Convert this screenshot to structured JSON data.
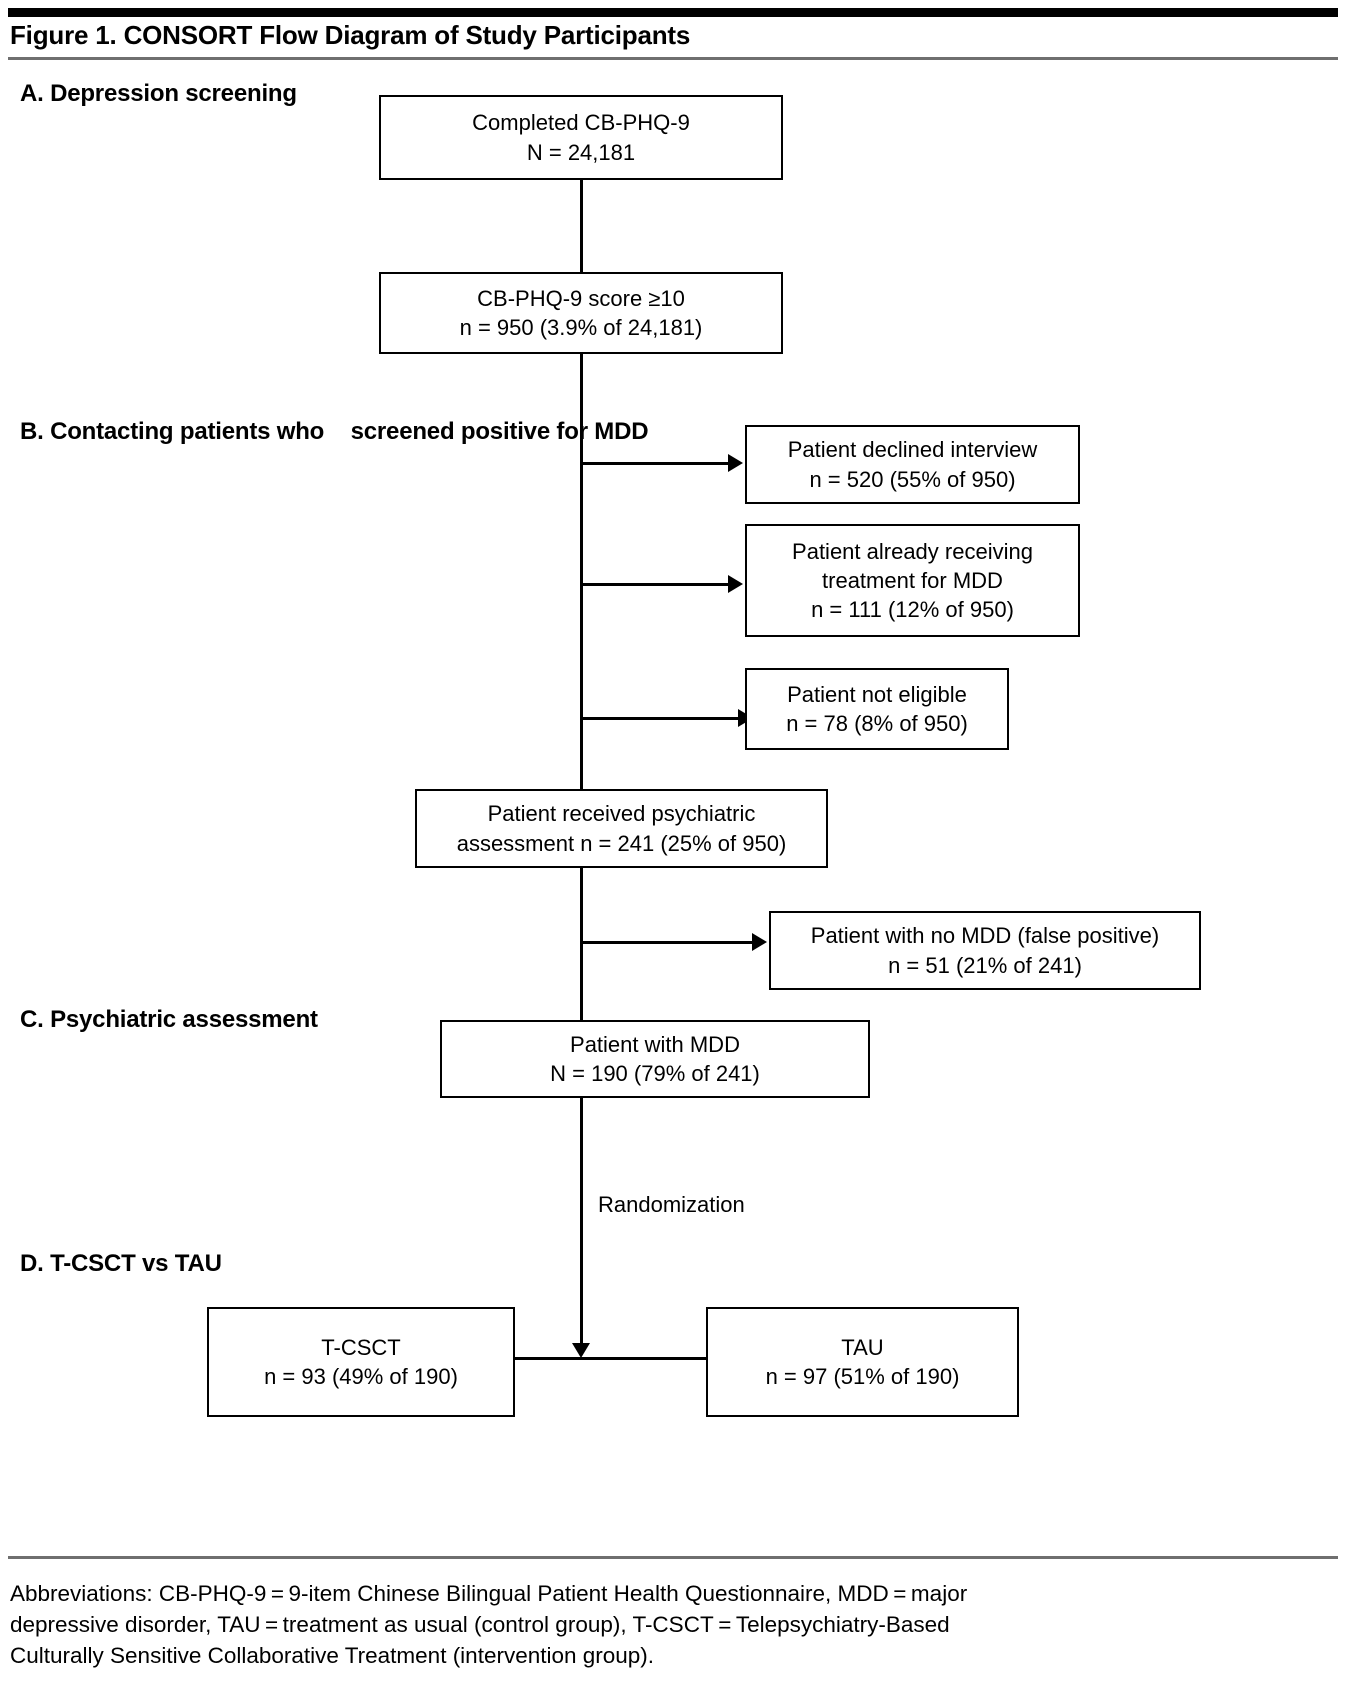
{
  "figure": {
    "title": "Figure 1. CONSORT Flow Diagram of Study Participants"
  },
  "sections": {
    "a": "A. Depression screening",
    "b_line1": "B. Contacting patients who",
    "b_line2": "screened positive for MDD",
    "c": "C. Psychiatric assessment",
    "d": "D. T-CSCT vs TAU"
  },
  "nodes": {
    "screened": {
      "line1": "Completed CB-PHQ-9",
      "line2": "N = 24,181"
    },
    "positive": {
      "line1": "CB-PHQ-9 score ≥10",
      "line2": "n = 950 (3.9% of 24,181)"
    },
    "declined": {
      "line1": "Patient declined interview",
      "line2": "n = 520 (55% of 950)"
    },
    "already_treated": {
      "line1": "Patient already receiving",
      "line2": "treatment for MDD",
      "line3": "n = 111 (12% of 950)"
    },
    "not_eligible": {
      "line1": "Patient not eligible",
      "line2": "n = 78 (8% of 950)"
    },
    "assessed": {
      "line1": "Patient received psychiatric",
      "line2": "assessment n = 241 (25% of 950)"
    },
    "false_positive": {
      "line1": "Patient with no MDD (false positive)",
      "line2": "n = 51 (21% of 241)"
    },
    "mdd": {
      "line1": "Patient with MDD",
      "line2": "N = 190 (79% of 241)"
    },
    "tcsct": {
      "line1": "T-CSCT",
      "line2": "n = 93 (49% of 190)"
    },
    "tau": {
      "line1": "TAU",
      "line2": "n = 97 (51% of 190)"
    }
  },
  "edges": {
    "randomization_label": "Randomization"
  },
  "footer": {
    "line1": "Abbreviations: CB-PHQ-9 = 9-item Chinese Bilingual Patient Health Questionnaire, MDD = major",
    "line2": "depressive disorder, TAU = treatment as usual (control group), T-CSCT = Telepsychiatry-Based",
    "line3": "Culturally Sensitive Collaborative Treatment (intervention group)."
  },
  "colors": {
    "ink": "#000000",
    "rule": "#6f6f6f",
    "paper": "#ffffff"
  }
}
